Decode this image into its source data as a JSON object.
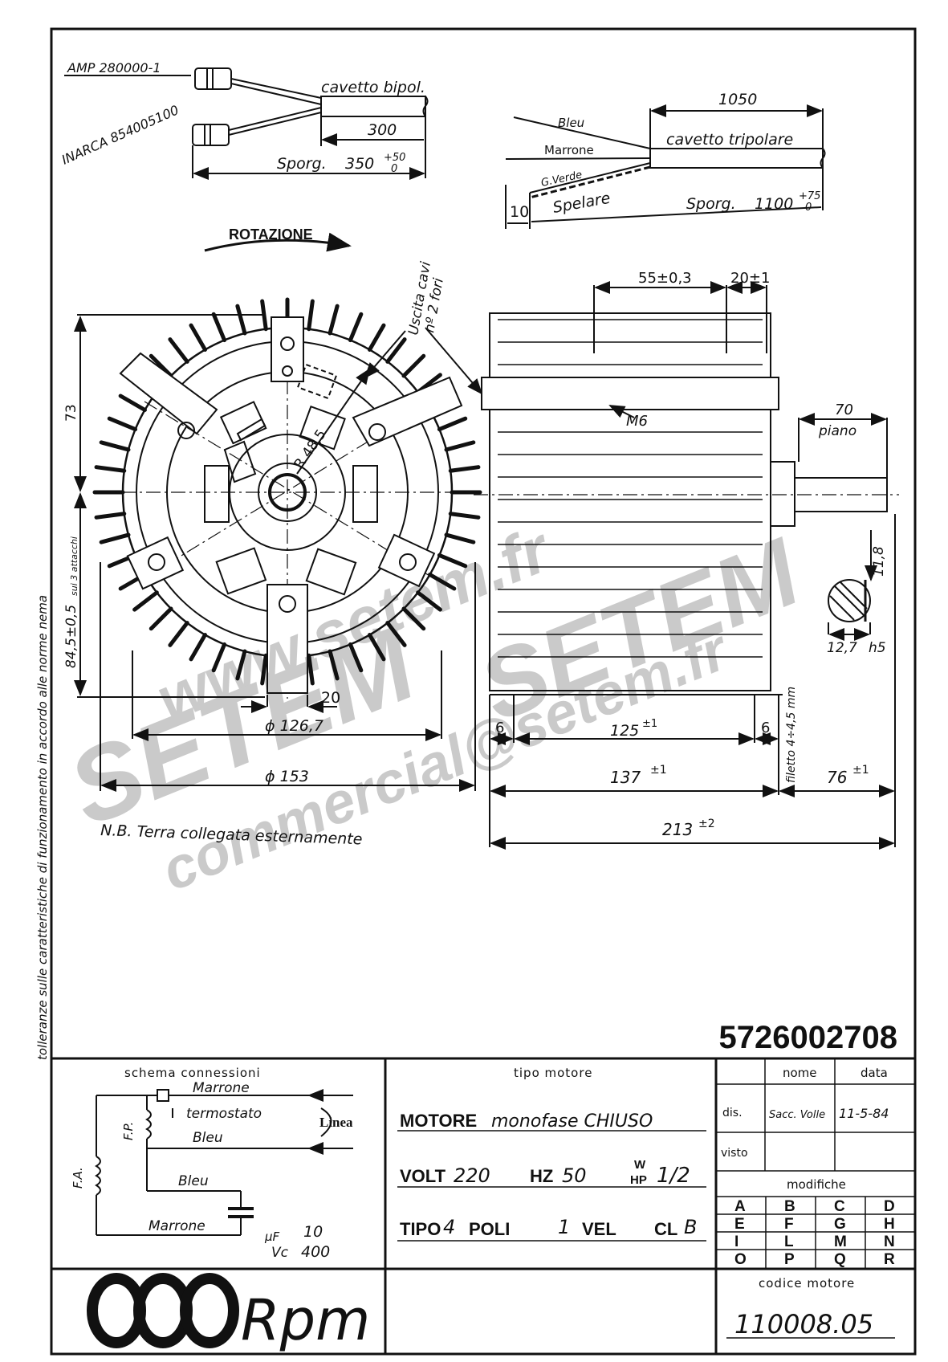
{
  "side_note": "tolleranze sulle caratteristiche di funzionamento in accordo alle norme nema",
  "watermark": {
    "line1": "www.setem.fr",
    "line2": "SETEM",
    "line3": "SETEM",
    "line4": "commercial@setem.fr"
  },
  "cable_bipolar": {
    "connector_1": "AMP 280000-1",
    "connector_2": "INARCA 854005100",
    "label": "cavetto bipol.",
    "length": "300",
    "sporg_label": "Sporg.",
    "sporg_value": "350",
    "sporg_tol_plus": "+50",
    "sporg_tol_minus": "0"
  },
  "cable_tripolar": {
    "length": "1050",
    "label": "cavetto tripolare",
    "wires": [
      "Bleu",
      "Marrone",
      "G.Verde"
    ],
    "strip_length": "10",
    "strip_label": "Spelare",
    "sporg_label": "Sporg.",
    "sporg_value": "1100",
    "sporg_tol_plus": "+75",
    "sporg_tol_minus": "0"
  },
  "front_view": {
    "rotation_label": "ROTAZIONE",
    "cable_exit_1": "Uscita cavi",
    "cable_exit_2": "nº 2 fori",
    "radius": "R 48,5",
    "dim_73": "73",
    "dim_84": "84,5±0,5",
    "dim_84_note": "sui 3 attacchi",
    "dim_20": "20",
    "dia_126": "ϕ 126,7",
    "dia_153": "ϕ 153"
  },
  "side_view": {
    "dim_55": "55±0,3",
    "dim_20": "20±1",
    "thread": "M6",
    "dim_70": "70",
    "piano": "piano",
    "dim_11_8": "11,8",
    "dim_12_7": "12,7",
    "tol_h5": "h5",
    "dim_6_left": "6",
    "dim_125": "125",
    "dim_125_tol": "±1",
    "dim_6_right": "6",
    "filetto": "filetto 4÷4,5 mm",
    "dim_137": "137",
    "dim_137_tol": "±1",
    "dim_76": "76",
    "dim_76_tol": "±1",
    "dim_213": "213",
    "dim_213_tol": "±2"
  },
  "note": "N.B. Terra collegata esternamente",
  "drawing_number": "5726002708",
  "schema": {
    "title": "schema connessioni",
    "wire_1": "Marrone",
    "wire_thermo": "termostato",
    "wire_2": "Bleu",
    "wire_3": "Bleu",
    "wire_4": "Marrone",
    "linea": "Linea",
    "fp": "F.P.",
    "fa": "F.A.",
    "cap_uf_unit": "μF",
    "cap_uf": "10",
    "cap_vc_unit": "Vc",
    "cap_vc": "400"
  },
  "motor_type": {
    "title": "tipo motore",
    "line1_label": "MOTORE",
    "line1_value": "monofase CHIUSO",
    "volt_label": "VOLT",
    "volt_value": "220",
    "hz_label": "HZ",
    "hz_value": "50",
    "w_label": "W",
    "hp_label": "HP",
    "hp_value": "1/2",
    "tipo_label": "TIPO",
    "poli_value": "4",
    "poli_label": "POLI",
    "vel_value": "1",
    "vel_label": "VEL",
    "cl_label": "CL",
    "cl_value": "B"
  },
  "revision": {
    "col_nome": "nome",
    "col_data": "data",
    "row_dis": "dis.",
    "row_visto": "visto",
    "dis_nome": "Sacc. Volle",
    "dis_data": "11-5-84",
    "modifiche": "modifiche",
    "letters": [
      "A",
      "B",
      "C",
      "D",
      "E",
      "F",
      "G",
      "H",
      "I",
      "L",
      "M",
      "N",
      "O",
      "P",
      "Q",
      "R"
    ]
  },
  "motor_code": {
    "label": "codice motore",
    "value": "110008.05"
  },
  "logo_text": "Rpm"
}
